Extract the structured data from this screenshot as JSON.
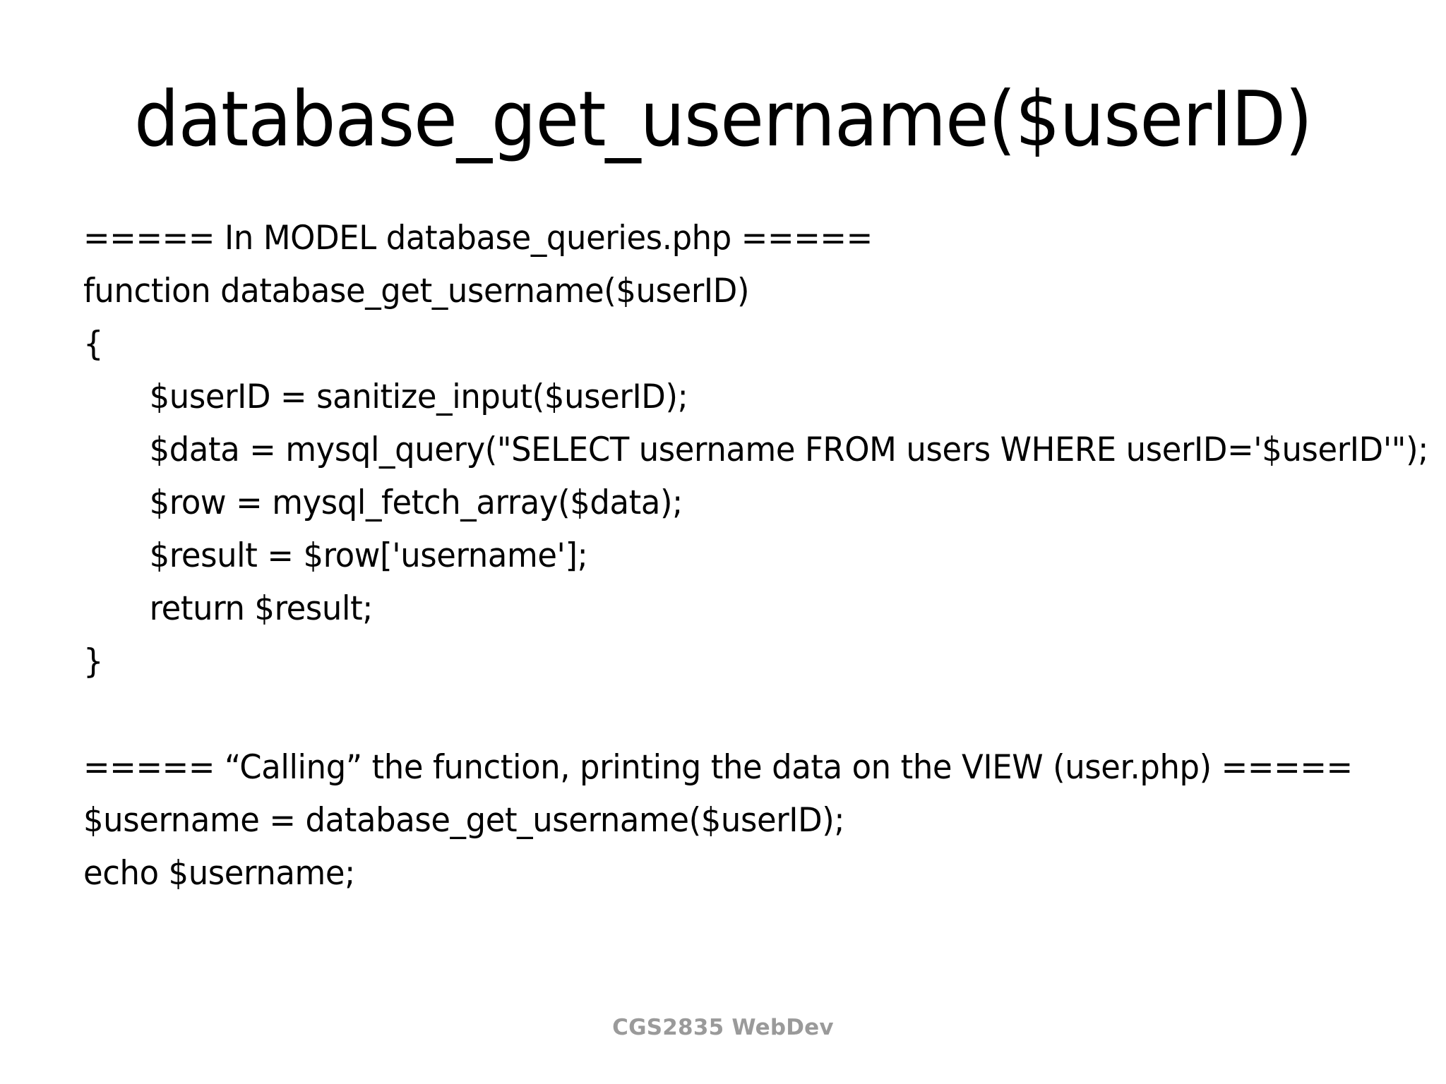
{
  "slide": {
    "title": "database_get_username($userID)",
    "footer": "CGS2835 WebDev",
    "body_lines": [
      {
        "text": "===== In MODEL database_queries.php =====",
        "indent": false
      },
      {
        "text": "function database_get_username($userID)",
        "indent": false
      },
      {
        "text": "{",
        "indent": false
      },
      {
        "text": "$userID = sanitize_input($userID);",
        "indent": true
      },
      {
        "text": "$data = mysql_query(\"SELECT username FROM users WHERE userID='$userID'\");",
        "indent": true
      },
      {
        "text": "$row = mysql_fetch_array($data);",
        "indent": true
      },
      {
        "text": "$result = $row['username'];",
        "indent": true
      },
      {
        "text": "return $result;",
        "indent": true
      },
      {
        "text": "}",
        "indent": false
      },
      {
        "text": "",
        "indent": false
      },
      {
        "text": "===== “Calling” the function, printing the data on the VIEW (user.php) =====",
        "indent": false
      },
      {
        "text": "$username = database_get_username($userID);",
        "indent": false
      },
      {
        "text": "echo $username;",
        "indent": false
      }
    ]
  },
  "colors": {
    "background": "#ffffff",
    "text": "#000000",
    "footer_text": "#9a9a9a"
  }
}
